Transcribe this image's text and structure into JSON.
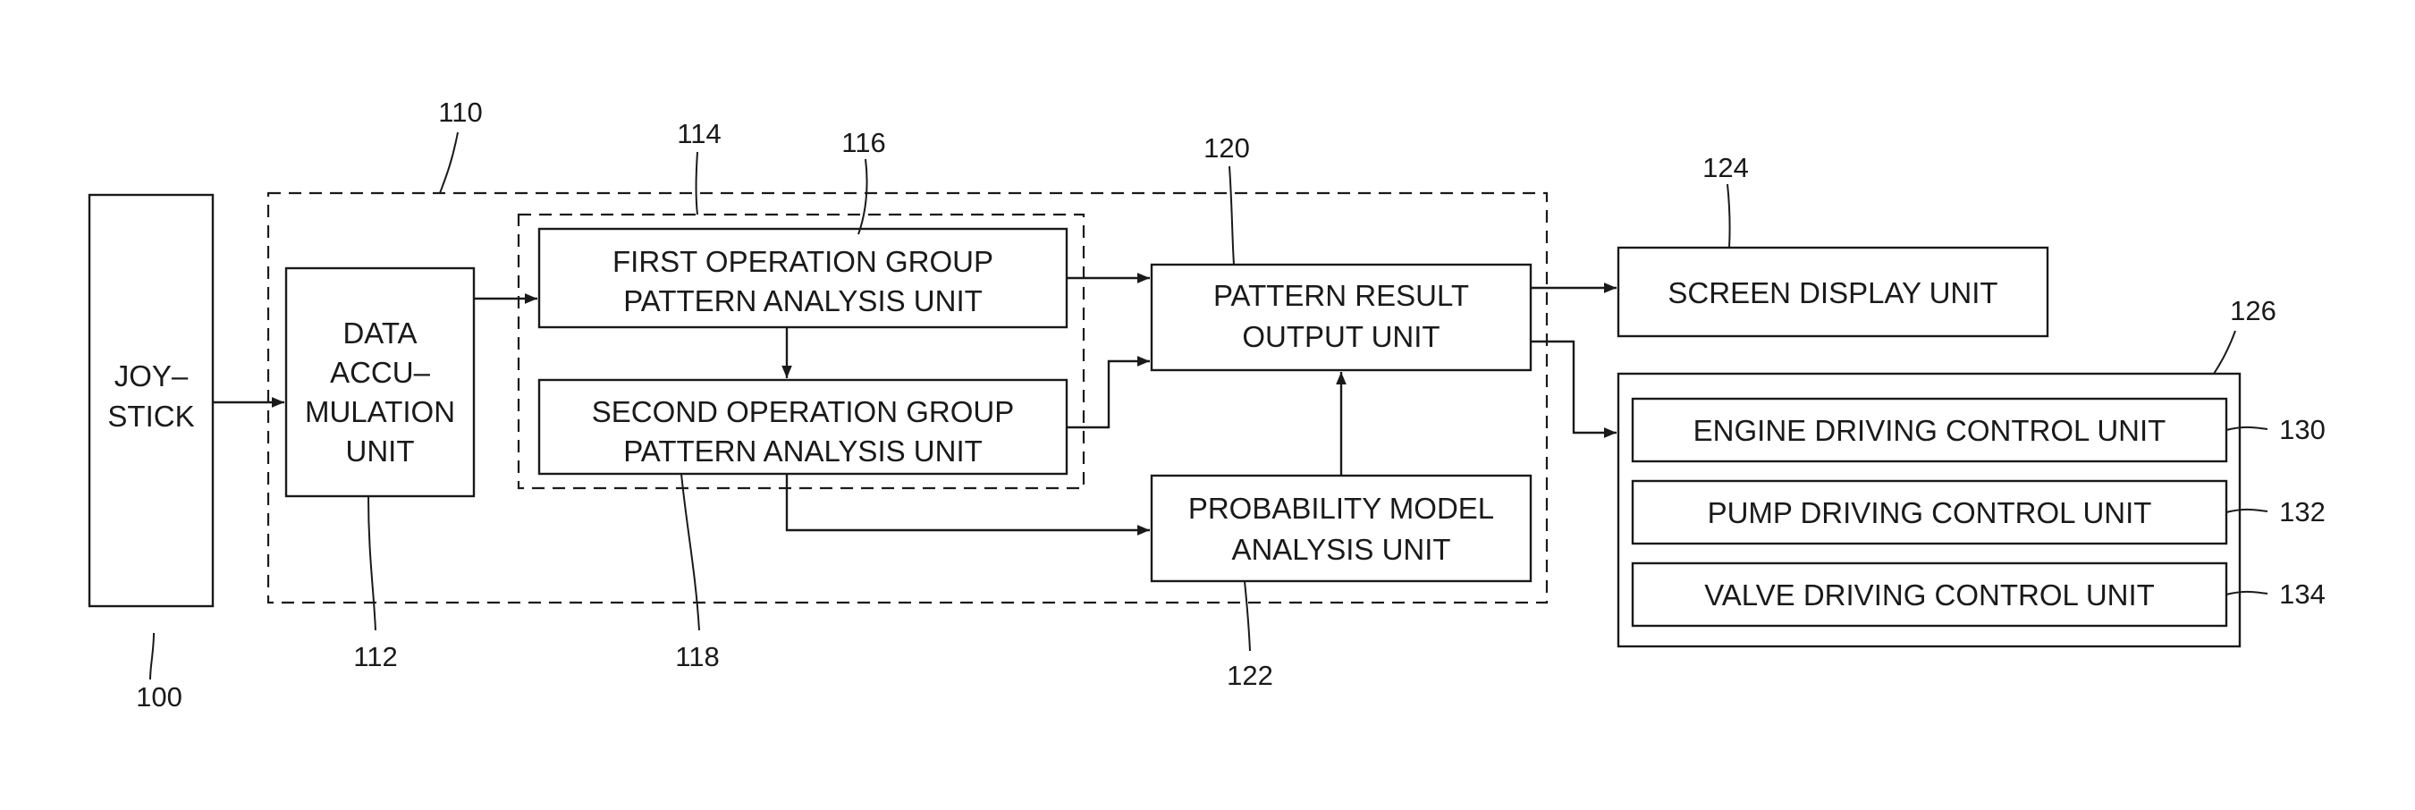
{
  "refs": {
    "joystick": "100",
    "controller": "110",
    "data_unit": "112",
    "analysis_group": "114",
    "first_group": "116",
    "second_group": "118",
    "pattern_result": "120",
    "probability": "122",
    "screen": "124",
    "drive_control": "126",
    "engine": "130",
    "pump": "132",
    "valve": "134"
  },
  "joystick": {
    "line1": "JOY–",
    "line2": "STICK"
  },
  "data_unit": {
    "line1": "DATA",
    "line2": "ACCU–",
    "line3": "MULATION",
    "line4": "UNIT"
  },
  "first_group": {
    "line1": "FIRST OPERATION GROUP",
    "line2": "PATTERN ANALYSIS UNIT"
  },
  "second_group": {
    "line1": "SECOND OPERATION GROUP",
    "line2": "PATTERN ANALYSIS UNIT"
  },
  "pattern_result": {
    "line1": "PATTERN RESULT",
    "line2": "OUTPUT UNIT"
  },
  "probability": {
    "line1": "PROBABILITY MODEL",
    "line2": "ANALYSIS UNIT"
  },
  "screen": {
    "label": "SCREEN DISPLAY UNIT"
  },
  "engine": {
    "label": "ENGINE DRIVING CONTROL UNIT"
  },
  "pump": {
    "label": "PUMP DRIVING CONTROL UNIT"
  },
  "valve": {
    "label": "VALVE DRIVING CONTROL UNIT"
  }
}
